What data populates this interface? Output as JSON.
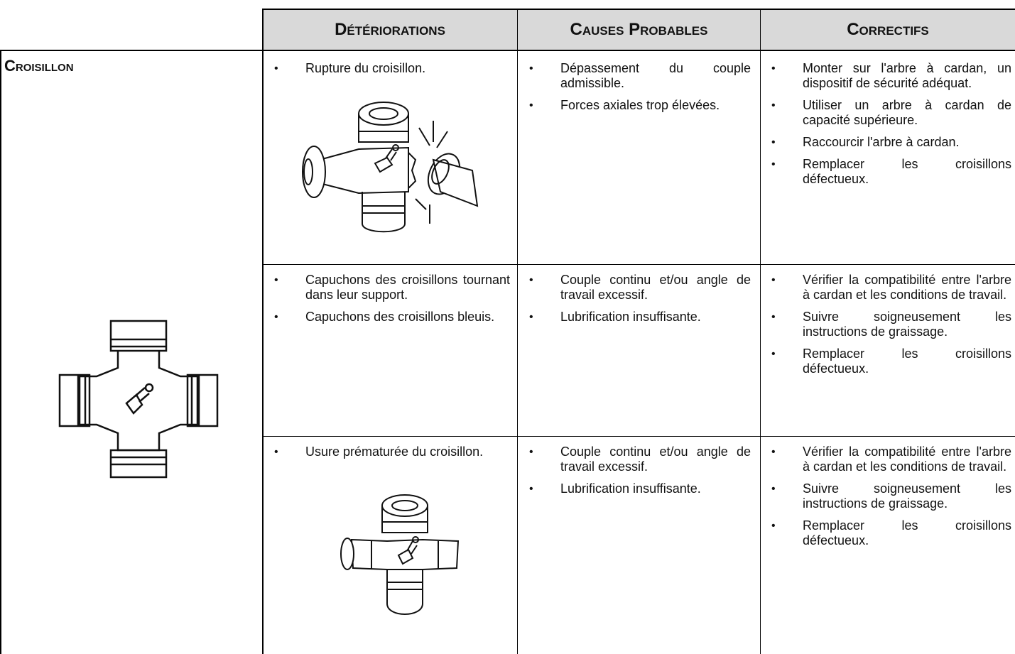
{
  "headers": {
    "deteriorations": "Détériorations",
    "causes": "Causes Probables",
    "correctifs": "Correctifs"
  },
  "section_title": "Croisillon",
  "rows": [
    {
      "deteriorations": [
        "Rupture du croisillon."
      ],
      "causes": [
        "Dépassement du couple admissible.",
        "Forces axiales trop élevées."
      ],
      "correctifs": [
        "Monter sur l'arbre à cardan, un dispositif de sécurité adéquat.",
        "Utiliser un arbre à cardan de capacité supérieure.",
        "Raccourcir l'arbre à cardan.",
        "Remplacer les croisillons défectueux."
      ]
    },
    {
      "deteriorations": [
        "Capuchons des croisillons tournant dans leur support.",
        "Capuchons des croisillons bleuis."
      ],
      "causes": [
        "Couple continu et/ou angle de travail excessif.",
        "Lubrification insuffisante."
      ],
      "correctifs": [
        "Vérifier la compatibilité entre l'arbre à cardan et les conditions de travail.",
        "Suivre soigneusement les instructions de graissage.",
        "Remplacer les croisillons défectueux."
      ]
    },
    {
      "deteriorations": [
        "Usure prématurée du croisillon."
      ],
      "causes": [
        "Couple continu et/ou angle de travail excessif.",
        "Lubrification insuffisante."
      ],
      "correctifs": [
        "Vérifier la compatibilité entre l'arbre à cardan et les conditions de travail.",
        "Suivre soigneusement les instructions de graissage.",
        "Remplacer les croisillons défectueux."
      ]
    }
  ],
  "icons": {
    "section": "universal-joint-cross-icon",
    "row1": "broken-cross-icon",
    "row3": "worn-cross-icon"
  }
}
